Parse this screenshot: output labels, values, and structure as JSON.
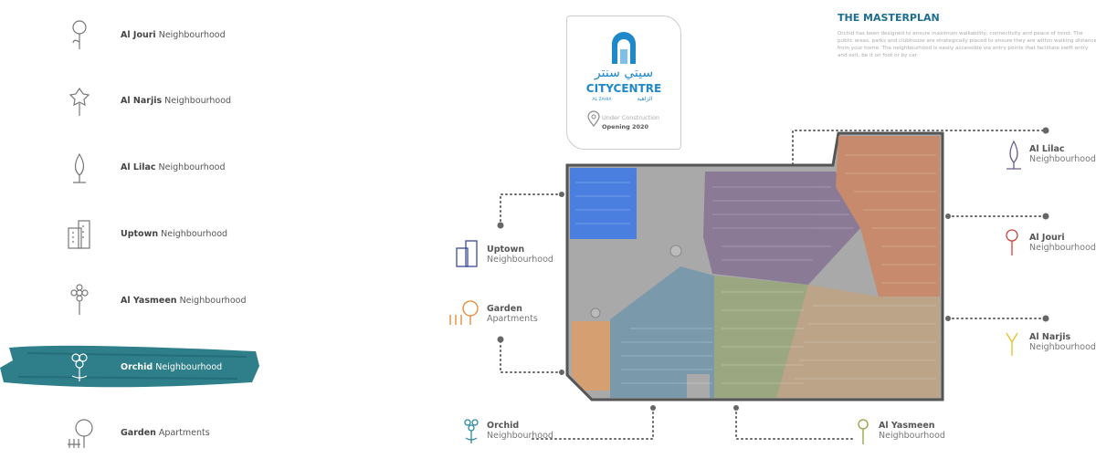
{
  "sidebar": {
    "items": [
      {
        "name": "Al Jouri",
        "suffix": " Neighbourhood",
        "icon": "rose-icon"
      },
      {
        "name": "Al Narjis",
        "suffix": " Neighbourhood",
        "icon": "narcissus-icon"
      },
      {
        "name": "Al Lilac",
        "suffix": " Neighbourhood",
        "icon": "lilac-icon"
      },
      {
        "name": "Uptown",
        "suffix": " Neighbourhood",
        "icon": "buildings-icon"
      },
      {
        "name": "Al Yasmeen",
        "suffix": " Neighbourhood",
        "icon": "jasmine-icon"
      },
      {
        "name": "Orchid",
        "suffix": " Neighbourhood",
        "icon": "orchid-icon",
        "active": true
      },
      {
        "name": "Garden",
        "suffix": " Apartments",
        "icon": "tree-icon"
      }
    ],
    "active_color": "#2e7f8a"
  },
  "card": {
    "arabic": "سيتي سنتر",
    "brand": "CITYCENTRE",
    "sub_en": "AL ZAHIA",
    "sub_ar": "الزاهية",
    "status": "Under Construction",
    "opening": "Opening 2020"
  },
  "masterplan": {
    "title": "THE MASTERPLAN",
    "text": "Orchid has been designed to ensure maximum walkability, connectivity and peace of mind. The public areas, parks and clubhouse are strategically placed to ensure they are within walking distance from your home. The neighbourhood is easily accessible via entry points that facilitate swift entry and exit, be it on foot or by car."
  },
  "map_labels": {
    "uptown": {
      "name": "Uptown",
      "sub": "Neighbourhood"
    },
    "garden": {
      "name": "Garden",
      "sub": "Apartments"
    },
    "orchid": {
      "name": "Orchid",
      "sub": "Neighbourhood"
    },
    "yasmeen": {
      "name": "Al Yasmeen",
      "sub": "Neighbourhood"
    },
    "lilac": {
      "name": "Al Lilac",
      "sub": "Neighbourhood"
    },
    "jouri": {
      "name": "Al Jouri",
      "sub": "Neighbourhood"
    },
    "narjis": {
      "name": "Al Narjis",
      "sub": "Neighbourhood"
    }
  }
}
